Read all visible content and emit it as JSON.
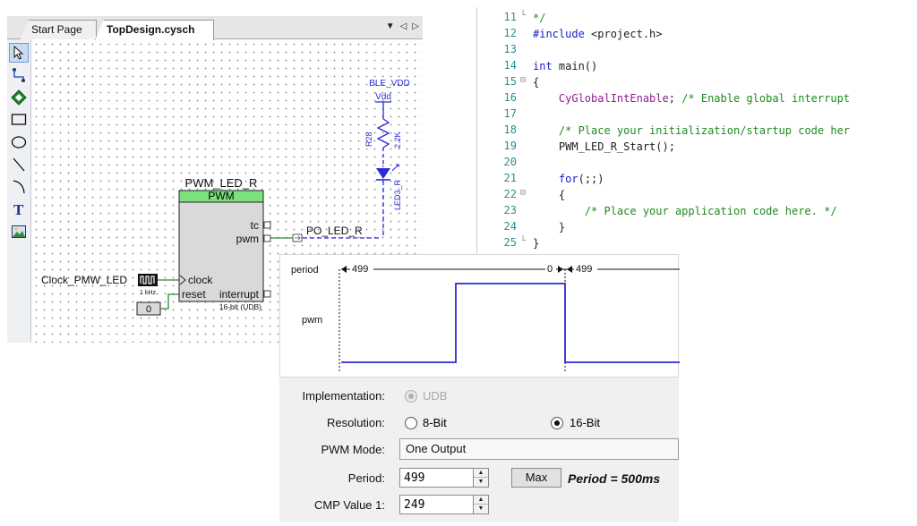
{
  "editor": {
    "tabs": [
      {
        "label": "Start Page",
        "active": false
      },
      {
        "label": "TopDesign.cysch",
        "active": true
      }
    ],
    "tools": [
      "pointer-icon",
      "wire-icon",
      "component-icon",
      "rectangle-icon",
      "ellipse-icon",
      "line-icon",
      "arc-icon",
      "text-icon",
      "image-icon"
    ]
  },
  "schematic": {
    "component_name": "PWM_LED_R",
    "component_type": "PWM",
    "pin_tc": "tc",
    "pin_pwm": "pwm",
    "pin_clock": "clock",
    "pin_reset": "reset",
    "pin_interrupt": "interrupt",
    "footnote": "16-bit (UDB)",
    "clock_name": "Clock_PMW_LED",
    "clock_freq": "1 kHz",
    "reset_value": "0",
    "net_label": "PO_LED_R",
    "power_net": "BLE_VDD",
    "vdd_label": "Vdd",
    "resistor_name": "R28",
    "resistor_value": "2.2K",
    "led_name": "LED3_R"
  },
  "code": {
    "lines": [
      {
        "n": "11",
        "fold": "└",
        "parts": [
          {
            "c": "cm",
            "t": "*/"
          }
        ]
      },
      {
        "n": "12",
        "fold": "",
        "parts": [
          {
            "c": "kw",
            "t": "#include"
          },
          {
            "c": "pl",
            "t": " <project.h>"
          }
        ]
      },
      {
        "n": "13",
        "fold": "",
        "parts": []
      },
      {
        "n": "14",
        "fold": "",
        "parts": [
          {
            "c": "kw",
            "t": "int"
          },
          {
            "c": "pl",
            "t": " main()"
          }
        ]
      },
      {
        "n": "15",
        "fold": "⊟",
        "parts": [
          {
            "c": "pl",
            "t": "{"
          }
        ]
      },
      {
        "n": "16",
        "fold": "",
        "parts": [
          {
            "c": "pl",
            "t": "    "
          },
          {
            "c": "fn",
            "t": "CyGlobalIntEnable"
          },
          {
            "c": "pl",
            "t": "; "
          },
          {
            "c": "cm",
            "t": "/* Enable global interrupt"
          }
        ]
      },
      {
        "n": "17",
        "fold": "",
        "parts": []
      },
      {
        "n": "18",
        "fold": "",
        "parts": [
          {
            "c": "pl",
            "t": "    "
          },
          {
            "c": "cm",
            "t": "/* Place your initialization/startup code her"
          }
        ]
      },
      {
        "n": "19",
        "fold": "",
        "parts": [
          {
            "c": "pl",
            "t": "    PWM_LED_R_Start();"
          }
        ]
      },
      {
        "n": "20",
        "fold": "",
        "parts": []
      },
      {
        "n": "21",
        "fold": "",
        "parts": [
          {
            "c": "pl",
            "t": "    "
          },
          {
            "c": "kw",
            "t": "for"
          },
          {
            "c": "pl",
            "t": "(;;)"
          }
        ]
      },
      {
        "n": "22",
        "fold": "⊟",
        "parts": [
          {
            "c": "pl",
            "t": "    {"
          }
        ]
      },
      {
        "n": "23",
        "fold": "",
        "parts": [
          {
            "c": "pl",
            "t": "        "
          },
          {
            "c": "cm",
            "t": "/* Place your application code here. */"
          }
        ]
      },
      {
        "n": "24",
        "fold": "",
        "parts": [
          {
            "c": "pl",
            "t": "    }"
          }
        ]
      },
      {
        "n": "25",
        "fold": "└",
        "parts": [
          {
            "c": "pl",
            "t": "}"
          }
        ]
      }
    ]
  },
  "timing": {
    "period_label": "period",
    "pwm_label": "pwm",
    "period_value": "499",
    "zero_value": "0",
    "period_value_2": "499",
    "trace_color": "#2a2ad8"
  },
  "config": {
    "implementation_label": "Implementation:",
    "implementation_option": "UDB",
    "resolution_label": "Resolution:",
    "resolution_opt_8": "8-Bit",
    "resolution_opt_16": "16-Bit",
    "resolution_selected": "16-Bit",
    "mode_label": "PWM Mode:",
    "mode_value": "One Output",
    "period_label": "Period:",
    "period_value": "499",
    "max_label": "Max",
    "period_note": "Period = 500ms",
    "cmp_label": "CMP Value 1:",
    "cmp_value": "249"
  }
}
